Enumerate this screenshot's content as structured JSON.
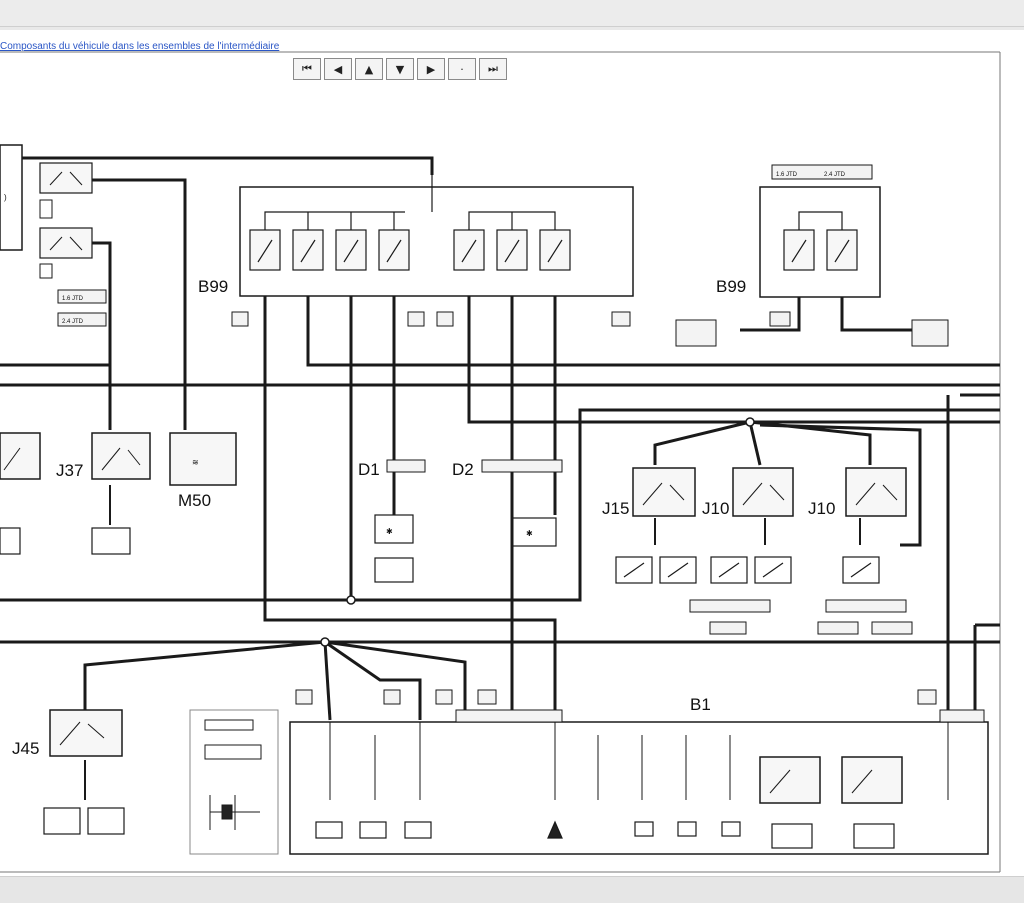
{
  "link_text": "Composants du véhicule dans les ensembles de l'intermédiaire",
  "nav_buttons": [
    {
      "name": "first-page-button",
      "icon": "first-page-icon",
      "glyph": "⏮"
    },
    {
      "name": "previous-page-button",
      "icon": "previous-page-icon",
      "glyph": "◀"
    },
    {
      "name": "scroll-up-button",
      "icon": "arrow-up-icon",
      "glyph": "▲"
    },
    {
      "name": "scroll-down-button",
      "icon": "arrow-down-icon",
      "glyph": "▼"
    },
    {
      "name": "next-page-button",
      "icon": "next-page-icon",
      "glyph": "▶"
    },
    {
      "name": "zoom-button",
      "icon": "zoom-icon",
      "glyph": "·"
    },
    {
      "name": "last-page-button",
      "icon": "last-page-icon",
      "glyph": "⏭"
    }
  ],
  "components": {
    "b99_left": "B99",
    "b99_right": "B99",
    "b1": "B1",
    "j37": "J37",
    "m50": "M50",
    "d1": "D1",
    "d2": "D2",
    "j15": "J15",
    "j10a": "J10",
    "j10b": "J10",
    "j45": "J45"
  },
  "variant_tags": {
    "engine_a": "1.6 JTD",
    "engine_b": "2.4 JTD"
  },
  "wire_colors": {
    "line": "#1a1a1a",
    "box": "#f3f3f3",
    "page": "#ffffff"
  }
}
